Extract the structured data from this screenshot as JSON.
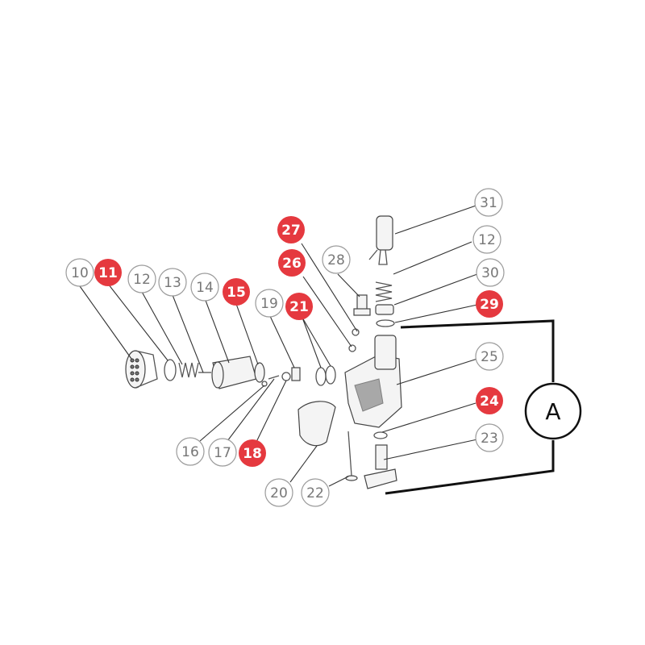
{
  "callouts": {
    "c10": "10",
    "c11": "11",
    "c12a": "12",
    "c13": "13",
    "c14": "14",
    "c15": "15",
    "c16": "16",
    "c17": "17",
    "c18": "18",
    "c19": "19",
    "c20": "20",
    "c21": "21",
    "c22": "22",
    "c23": "23",
    "c24": "24",
    "c25": "25",
    "c26": "26",
    "c27": "27",
    "c28": "28",
    "c29": "29",
    "c30": "30",
    "c31": "31",
    "c12b": "12"
  },
  "highlighted": [
    "11",
    "15",
    "18",
    "21",
    "24",
    "26",
    "27",
    "29"
  ],
  "group_label": "A",
  "colors": {
    "highlight": "#e5393f",
    "outline": "#9a9a9a",
    "ink": "#333333"
  }
}
